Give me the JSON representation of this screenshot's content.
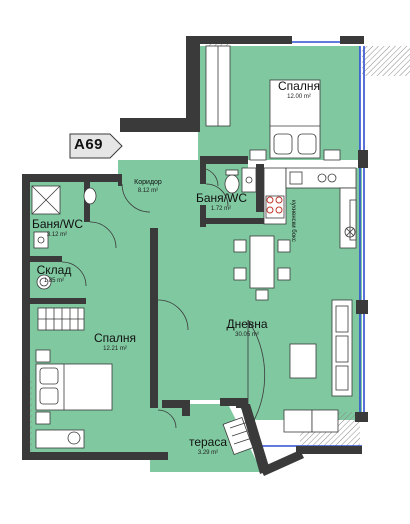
{
  "unit": {
    "code": "A69"
  },
  "rooms": {
    "bedroom_top": {
      "name": "Спалня",
      "area": "12.00 m²"
    },
    "corridor": {
      "name": "Коридор",
      "area": "8.12 m²"
    },
    "bathroom_mid": {
      "name": "Баня/WC",
      "area": "1.72 m²"
    },
    "bathroom_left": {
      "name": "Баня/WC",
      "area": "3.12 m²"
    },
    "storage": {
      "name": "Склад",
      "area": "1.85 m²"
    },
    "bedroom_left": {
      "name": "Спалня",
      "area": "12.21 m²"
    },
    "living": {
      "name": "Дневна",
      "area": "30.05 m²"
    },
    "terrace": {
      "name": "тераса",
      "area": "3.29 m²"
    }
  },
  "kitchen": {
    "label": "кухненски бокс"
  },
  "colors": {
    "floor": "#7fc8a0",
    "wall": "#3a3a3a",
    "window": "#2f4fd1",
    "hatch": "#8a8a8a",
    "furniture": "#ffffff"
  }
}
